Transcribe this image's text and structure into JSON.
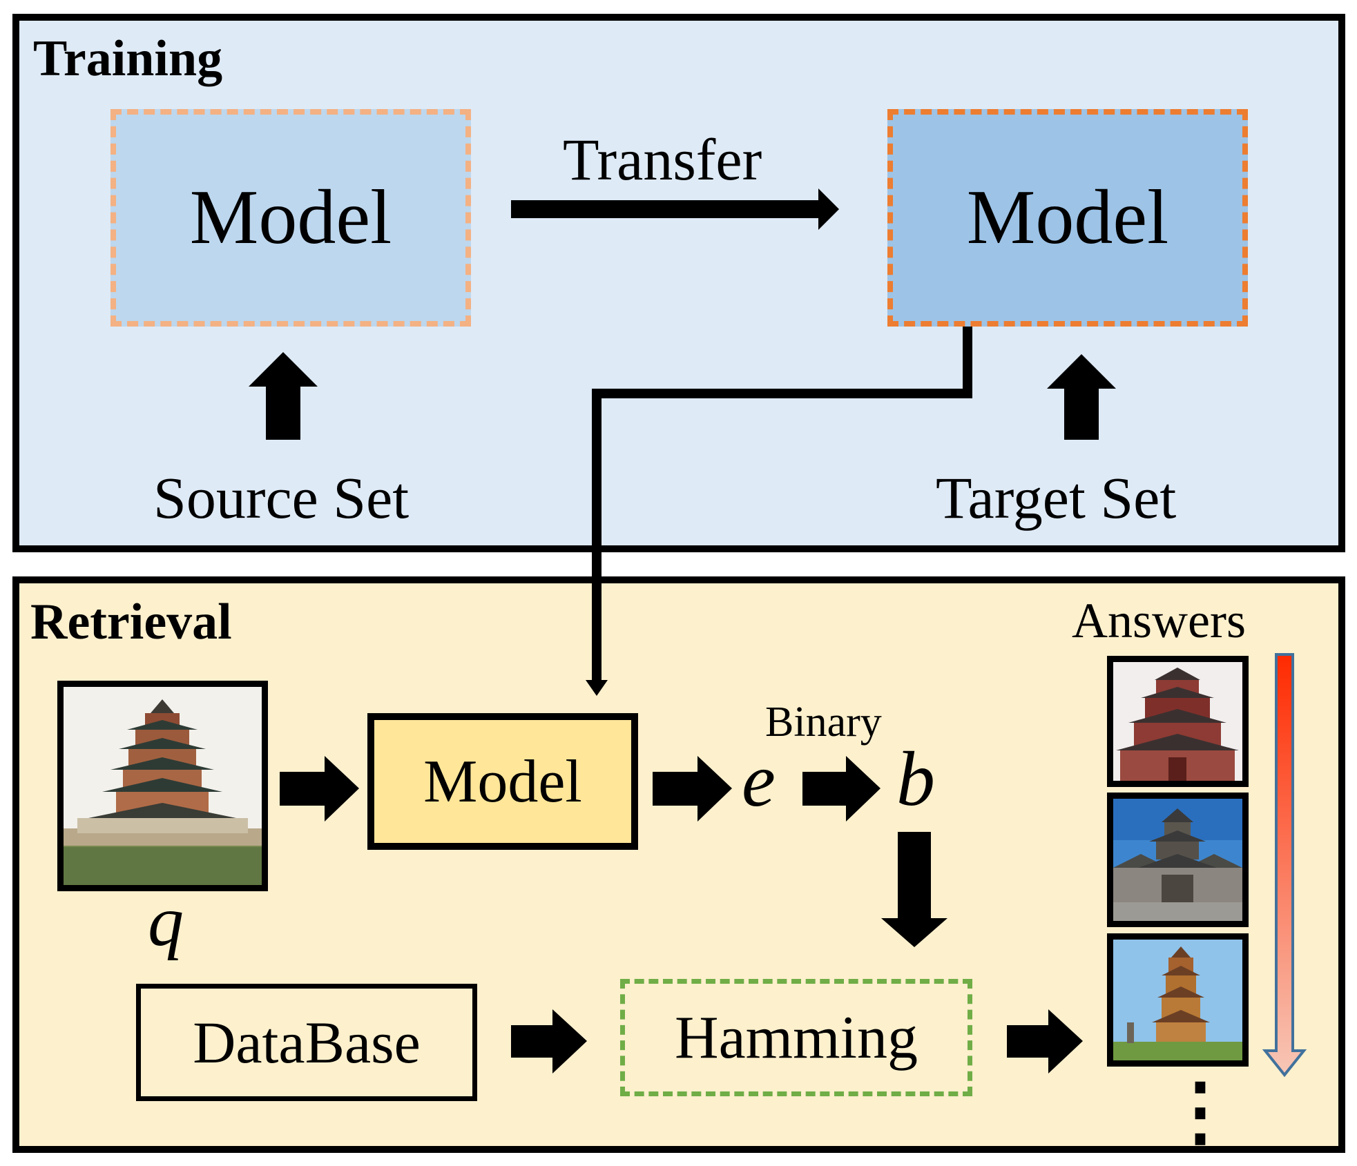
{
  "training": {
    "title": "Training",
    "source_model_label": "Model",
    "target_model_label": "Model",
    "transfer_label": "Transfer",
    "source_set_label": "Source Set",
    "target_set_label": "Target Set"
  },
  "retrieval": {
    "title": "Retrieval",
    "query_symbol": "q",
    "model_label": "Model",
    "embedding_symbol": "e",
    "binary_label": "Binary",
    "binary_symbol": "b",
    "database_label": "DataBase",
    "hamming_label": "Hamming",
    "answers_label": "Answers",
    "ellipsis": "⋮"
  },
  "colors": {
    "training_bg": "#deeaf6",
    "retrieval_bg": "#fdf0cd",
    "source_model_fill": "#bdd7ee",
    "target_model_fill": "#9dc3e6",
    "source_model_border": "#f4b183",
    "target_model_border": "#ed7d31",
    "retrieval_model_fill": "#ffe699",
    "hamming_border": "#70ad47",
    "rank_arrow_top": "#ff2a00",
    "rank_arrow_bottom": "#f7c7b7",
    "rank_arrow_outline": "#41719c"
  },
  "icons": {
    "query_image": "pagoda-image",
    "answer_images": [
      "pagoda-image-1",
      "pagoda-image-2",
      "pagoda-image-3"
    ],
    "rank_indicator": "gradient-down-arrow-icon"
  }
}
